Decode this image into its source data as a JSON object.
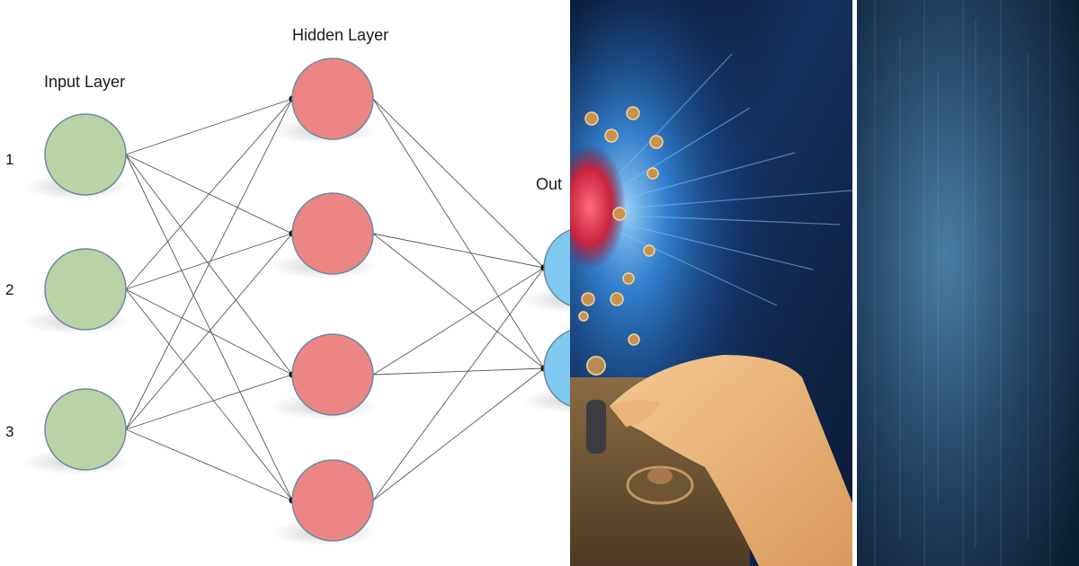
{
  "diagram": {
    "layers": [
      {
        "id": "input",
        "title": "Input Layer",
        "nodes": 3,
        "color": "#b9d2a6"
      },
      {
        "id": "hidden",
        "title": "Hidden Layer",
        "nodes": 4,
        "color": "#ee8585"
      },
      {
        "id": "output",
        "title": "Out",
        "nodes": 2,
        "color": "#7fc8ef"
      }
    ],
    "node_labels": [
      "1",
      "2",
      "3"
    ],
    "edge_color": "#555555"
  },
  "artwork": {
    "panel_main": "hand-turning-knob-neural-burst-illustration",
    "panel_side": "dark-blue-gradient-texture",
    "colors": {
      "deep_blue": "#0b1a33",
      "glow_blue": "#3fa0ff",
      "burst_red": "#d8364a",
      "skin": "#e9b57d",
      "brass": "#b8864b"
    }
  }
}
